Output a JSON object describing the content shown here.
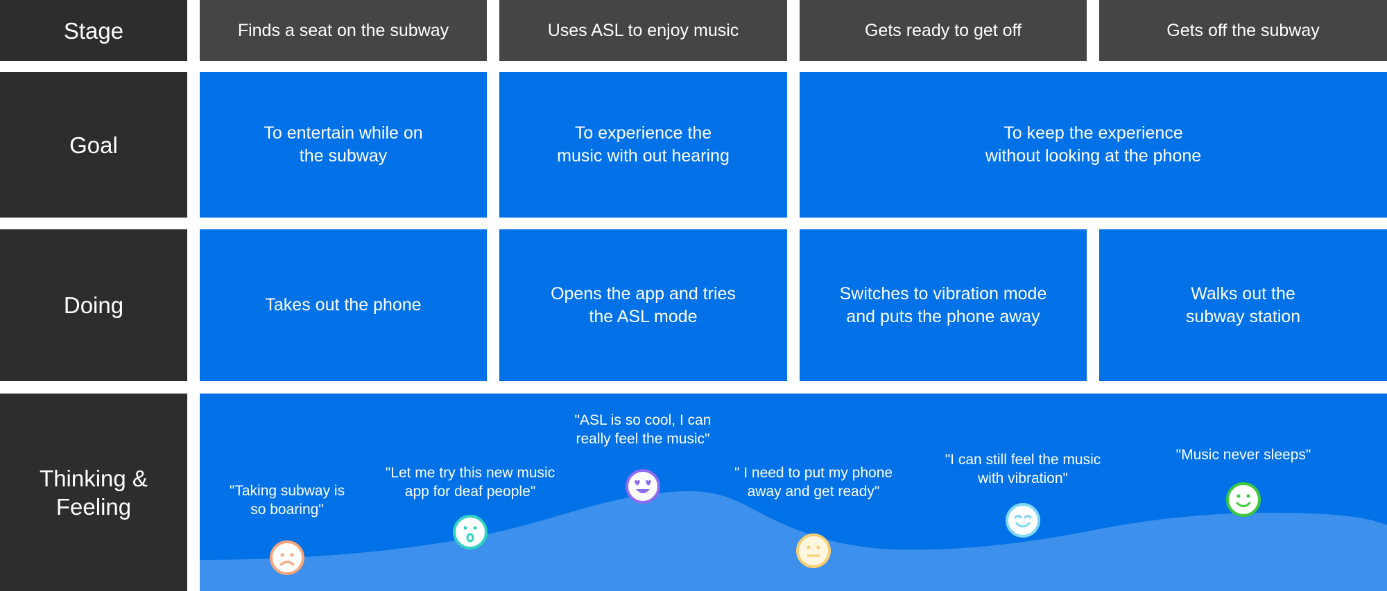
{
  "rows": {
    "stage": "Stage",
    "goal": "Goal",
    "doing": "Doing",
    "thinking": "Thinking &\nFeeling"
  },
  "stages": [
    "Finds a seat on the subway",
    "Uses ASL to enjoy music",
    "Gets ready to get off",
    "Gets off the subway"
  ],
  "goals": [
    "To entertain while on\nthe subway",
    "To experience the\nmusic with out hearing",
    "To keep the experience\nwithout looking at the phone"
  ],
  "doing": [
    "Takes out the phone",
    "Opens the app and tries\nthe ASL mode",
    "Switches to vibration mode\nand puts the phone away",
    "Walks out the\nsubway station"
  ],
  "thoughts": [
    {
      "quote": "\"Taking subway is\nso boaring\"",
      "emotion": "sad-face-icon",
      "color": "#f7a57a"
    },
    {
      "quote": "\"Let me try this new music\napp for deaf people\"",
      "emotion": "surprised-face-icon",
      "color": "#2fd3c0"
    },
    {
      "quote": "\"ASL is so cool, I can\nreally feel the music\"",
      "emotion": "heart-eyes-face-icon",
      "color": "#8c6cf0"
    },
    {
      "quote": "\" I need to put my phone\naway and get ready\"",
      "emotion": "neutral-face-icon",
      "color": "#f7cf72"
    },
    {
      "quote": "\"I can still feel the music\nwith vibration\"",
      "emotion": "happy-squint-face-icon",
      "color": "#7fd6f5"
    },
    {
      "quote": "\"Music never sleeps\"",
      "emotion": "smile-face-icon",
      "color": "#3cc93c"
    }
  ],
  "colors": {
    "row_label_bg": "#2d2d2d",
    "stage_bg": "#454545",
    "cell_blue": "#0071e6",
    "wave": "#3d90ec"
  }
}
